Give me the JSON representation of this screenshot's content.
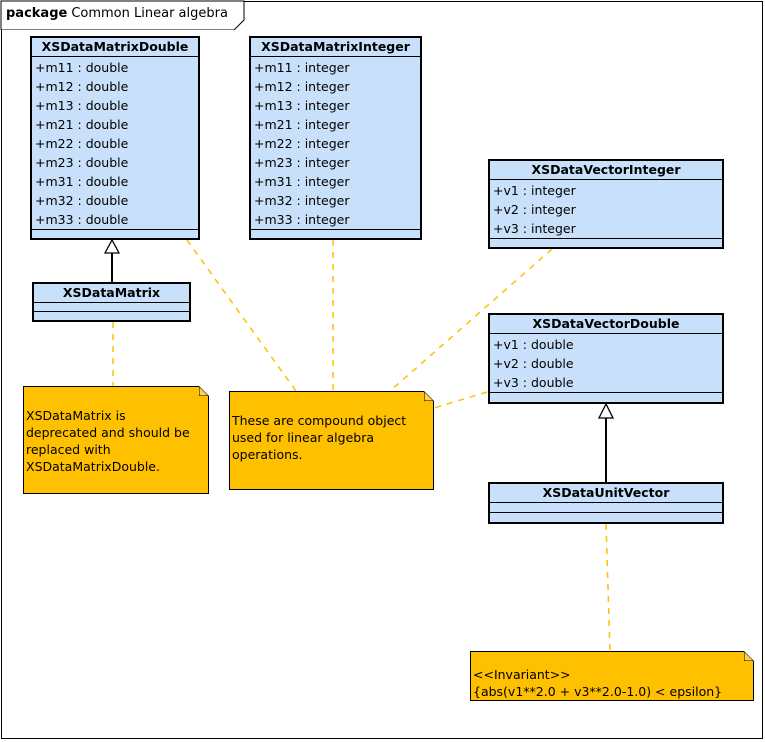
{
  "package": {
    "keyword": "package",
    "name": "Common Linear algebra"
  },
  "classes": {
    "matrix_double": {
      "name": "XSDataMatrixDouble",
      "attributes": [
        "+m11 : double",
        "+m12 : double",
        "+m13 : double",
        "+m21 : double",
        "+m22 : double",
        "+m23 : double",
        "+m31 : double",
        "+m32 : double",
        "+m33 : double"
      ]
    },
    "matrix_integer": {
      "name": "XSDataMatrixInteger",
      "attributes": [
        "+m11 : integer",
        "+m12 : integer",
        "+m13 : integer",
        "+m21 : integer",
        "+m22 : integer",
        "+m23 : integer",
        "+m31 : integer",
        "+m32 : integer",
        "+m33 : integer"
      ]
    },
    "vector_integer": {
      "name": "XSDataVectorInteger",
      "attributes": [
        "+v1 : integer",
        "+v2 : integer",
        "+v3 : integer"
      ]
    },
    "vector_double": {
      "name": "XSDataVectorDouble",
      "attributes": [
        "+v1 : double",
        "+v2 : double",
        "+v3 : double"
      ]
    },
    "matrix": {
      "name": "XSDataMatrix",
      "attributes": []
    },
    "unit_vector": {
      "name": "XSDataUnitVector",
      "attributes": []
    }
  },
  "notes": {
    "deprecated": "XSDataMatrix is\ndeprecated and should be\nreplaced with\nXSDataMatrixDouble.",
    "compound": "These are compound object\nused for linear algebra\noperations.",
    "invariant": "<<Invariant>>\n{abs(v1**2.0 + v3**2.0-1.0) < epsilon}"
  },
  "colors": {
    "class_fill": "#c8e0fa",
    "note_fill": "#ffc000",
    "anchor_line": "#ffc000",
    "border": "#000000"
  }
}
